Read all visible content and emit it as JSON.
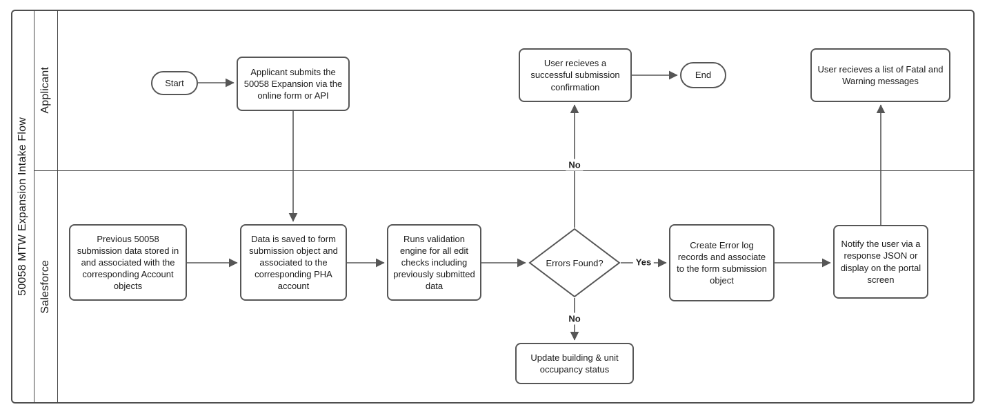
{
  "diagram": {
    "title": "50058 MTW Expansion Intake Flow",
    "lanes": [
      {
        "label": "Applicant"
      },
      {
        "label": "Salesforce"
      }
    ],
    "nodes": {
      "start": {
        "type": "terminator",
        "label": "Start"
      },
      "applicant_submits": {
        "type": "process",
        "label": "Applicant submits the 50058 Expansion via the online form or API"
      },
      "success_confirmation": {
        "type": "process",
        "label": "User recieves a successful submission confirmation"
      },
      "end": {
        "type": "terminator",
        "label": "End"
      },
      "fatal_warning_list": {
        "type": "process",
        "label": "User recieves a list of Fatal and Warning messages"
      },
      "previous_submission": {
        "type": "process",
        "label": "Previous 50058 submission data stored in and associated with the corresponding Account objects"
      },
      "data_saved": {
        "type": "process",
        "label": "Data is saved to form submission object and associated to the corresponding PHA account"
      },
      "runs_validation": {
        "type": "process",
        "label": "Runs validation engine for all edit checks including previously submitted data"
      },
      "errors_found": {
        "type": "decision",
        "label": "Errors Found?"
      },
      "create_error_log": {
        "type": "process",
        "label": "Create Error log records and associate to the form submission object"
      },
      "notify_user": {
        "type": "process",
        "label": "Notify the user via a response JSON or display on the portal screen"
      },
      "update_occupancy": {
        "type": "process",
        "label": "Update building & unit occupancy status"
      }
    },
    "edge_labels": {
      "yes": "Yes",
      "no_top": "No",
      "no_bottom": "No"
    },
    "colors": {
      "shape_stroke": "#565656",
      "frame_stroke": "#4e4e4e",
      "text": "#1a1a1a",
      "fill": "#ffffff"
    }
  }
}
